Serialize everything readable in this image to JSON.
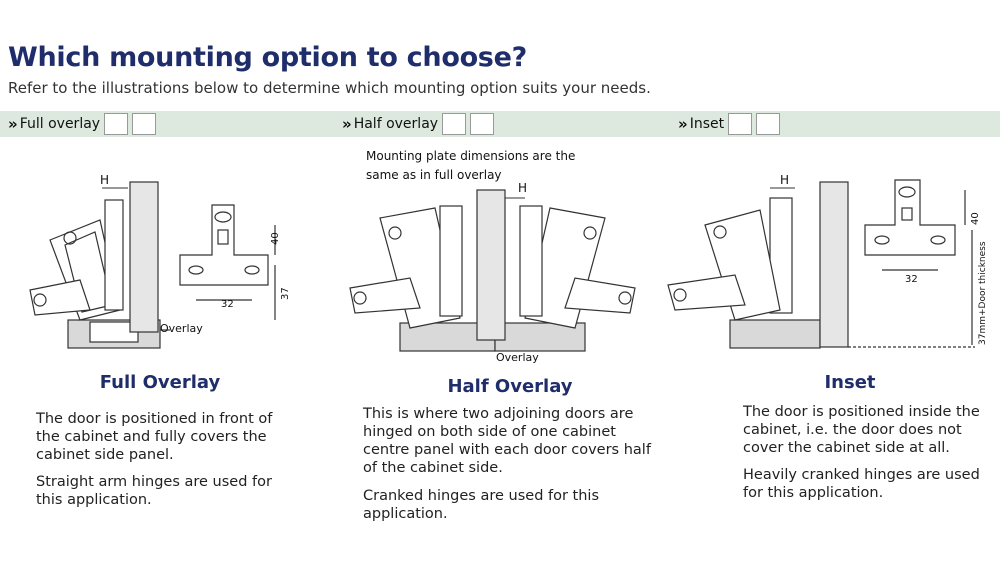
{
  "header": {
    "title": "Which mounting option to choose?",
    "subtitle": "Refer to the illustrations below to determine which mounting option suits your needs."
  },
  "options": [
    {
      "label": "Full overlay"
    },
    {
      "label": "Half overlay"
    },
    {
      "label": "Inset"
    }
  ],
  "half_note": "Mounting plate dimensions are the same as in full overlay",
  "diagram_labels": {
    "h": "H",
    "overlay": "Overlay",
    "dim_40": "40",
    "dim_32": "32",
    "dim_37": "37",
    "dim_inset": "37mm+Door thickness"
  },
  "sections": [
    {
      "title": "Full Overlay",
      "paragraphs": [
        "The door is positioned in front of the cabinet and fully covers the cabinet side panel.",
        "Straight arm hinges are used for this application."
      ]
    },
    {
      "title": "Half Overlay",
      "paragraphs": [
        "This is where two adjoining doors are hinged on both side of one cabinet centre panel with each door covers half of the cabinet side.",
        "Cranked hinges are used for this application."
      ]
    },
    {
      "title": "Inset",
      "paragraphs": [
        "The door is positioned inside the cabinet, i.e. the door does not cover the cabinet side at all.",
        "Heavily cranked hinges are used for this application."
      ]
    }
  ],
  "colors": {
    "title": "#1f2d6b",
    "band": "#dde9de",
    "panel": "#d9d9d9"
  }
}
